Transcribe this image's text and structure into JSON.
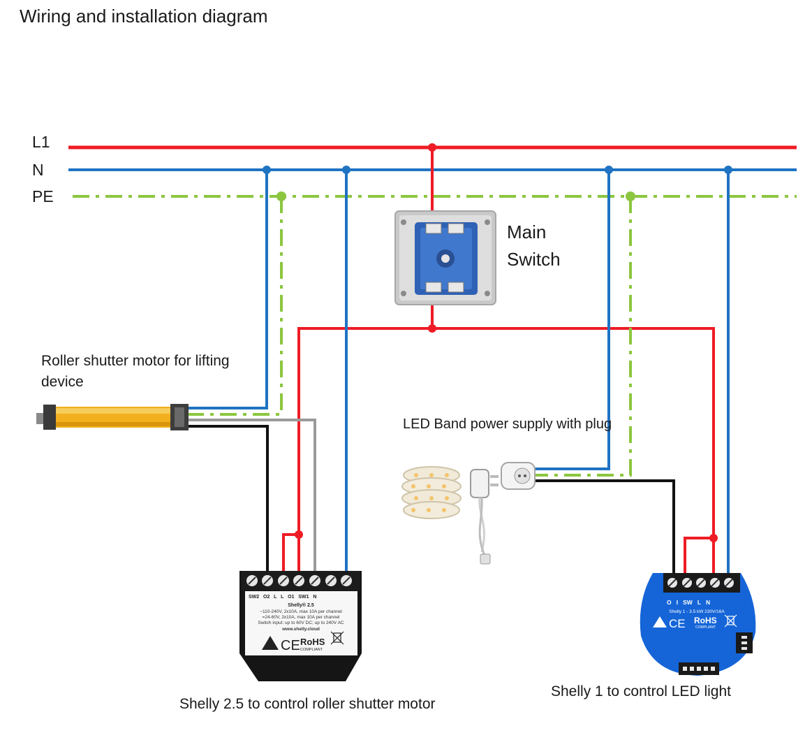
{
  "title": "Wiring and installation diagram",
  "rails": {
    "l1": "L1",
    "n": "N",
    "pe": "PE"
  },
  "colors": {
    "phase": "#ee1c25",
    "neutral": "#1f73c2",
    "earth": "#8cc63f",
    "black": "#111111",
    "grey": "#9a9a9a",
    "shelly_blue": "#1565d8"
  },
  "main_switch": {
    "label": "Main Switch"
  },
  "motor": {
    "label": "Roller shutter motor for lifting device"
  },
  "led": {
    "label": "LED Band power supply with plug"
  },
  "shelly25": {
    "label": "Shelly 2.5 to control roller shutter motor",
    "terminals": "SW2   O2   L   L   O1   SW1   N",
    "model": "Shelly® 2.5",
    "spec1": "~110-240V, 2x10A, max 10A per channel",
    "spec2": "=24-60V, 2x10A, max 10A per channel",
    "spec3": "Switch input: up to 60V DC; up to 240V AC",
    "url": "www.shelly.cloud",
    "rohs": "RoHS",
    "compliant": "COMPLIANT"
  },
  "shelly1": {
    "label": "Shelly 1 to control LED light",
    "terminals": "O   I   SW   L   N",
    "spec": "Shelly 1 - 3.5 kW 230V/16A",
    "rohs": "RoHS",
    "compliant": "COMPLIANT"
  }
}
